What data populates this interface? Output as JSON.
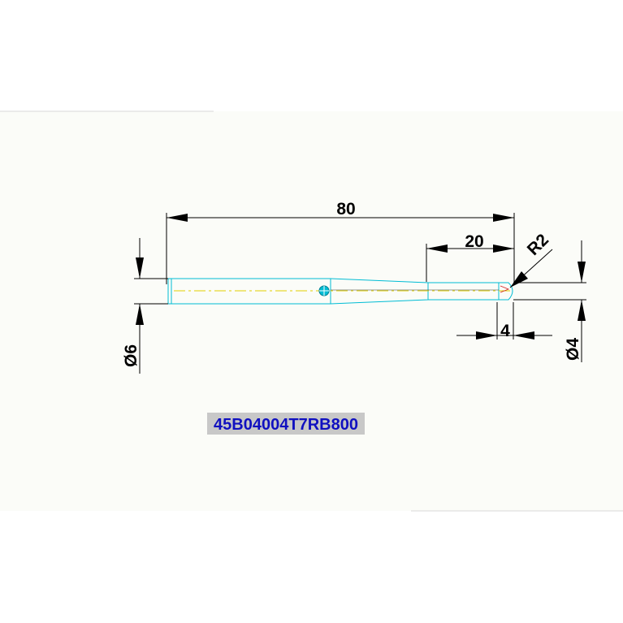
{
  "drawing": {
    "colors": {
      "page": "#ffffff",
      "sheet": "#fbfcf8",
      "sheet_edge": "#d9d9d9",
      "dimension": "#000000",
      "outline": "#00bcd4",
      "centerline": "#e0d000",
      "label_bg": "#c8c8c8",
      "label_text": "#1010c0"
    },
    "dimensions": {
      "overall_length": "80",
      "tip_length": "20",
      "tip_radius": "R2",
      "tip_offset": "4",
      "shank_diameter": "Ø6",
      "tip_diameter": "Ø4"
    },
    "part_number": "45B04004T7RB800"
  }
}
